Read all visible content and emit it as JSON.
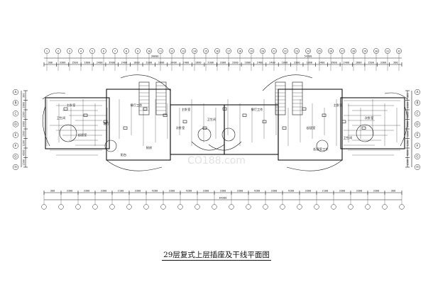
{
  "drawing": {
    "title": "29层复式上层插座及干线平面图",
    "watermark_text": "CO188.com",
    "dims_top": [
      "300",
      "3300",
      "1500",
      "1800",
      "2400",
      "3900",
      "2400",
      "1800",
      "3300",
      "1800",
      "2400",
      "2400",
      "1800",
      "3300",
      "3300",
      "3300",
      "1800",
      "2400",
      "2400",
      "1800",
      "3300",
      "1800",
      "2400",
      "3900",
      "2400",
      "1800",
      "1500",
      "3300",
      "300"
    ],
    "dims_top_total": "84300",
    "dims_top_sub": [
      "30000",
      "54300"
    ],
    "dims_bottom": [
      "300",
      "3300",
      "3300",
      "3300",
      "2100",
      "3300",
      "4200",
      "3300",
      "4200",
      "3300",
      "3300",
      "3300",
      "4200",
      "3300",
      "4200",
      "3300",
      "2100",
      "3300",
      "3300",
      "3300",
      "300"
    ],
    "dims_bottom_total": "84300",
    "dims_left": [
      "300",
      "2800",
      "2200",
      "3000",
      "1500",
      "1200",
      "4500",
      "1500"
    ],
    "dims_right": [
      "300",
      "2800",
      "2200",
      "3000",
      "1500",
      "1200",
      "4500",
      "1500"
    ],
    "axis_top": [
      "1",
      "2",
      "3",
      "4",
      "5",
      "6",
      "7",
      "8",
      "9",
      "10",
      "11",
      "12",
      "13",
      "14",
      "15",
      "16",
      "17",
      "18",
      "19",
      "20",
      "21",
      "22",
      "23",
      "24",
      "25",
      "26",
      "27",
      "28",
      "29",
      "30",
      "31",
      "32"
    ],
    "axis_left": [
      "A",
      "B",
      "C",
      "D",
      "E",
      "F",
      "G",
      "H"
    ],
    "axis_right": [
      "A",
      "B",
      "C",
      "D",
      "E",
      "F",
      "G",
      "H"
    ],
    "rooms": [
      {
        "label": "主卧室"
      },
      {
        "label": "卫生间"
      },
      {
        "label": "起居室"
      },
      {
        "label": "客厅"
      },
      {
        "label": "餐厅工作"
      },
      {
        "label": "厨房"
      },
      {
        "label": "阳台"
      },
      {
        "label": "主卧室"
      },
      {
        "label": "次卧室"
      },
      {
        "label": "卫生间"
      },
      {
        "label": "餐厅工作"
      },
      {
        "label": "起居室"
      },
      {
        "label": "主卧室"
      },
      {
        "label": "次卧室"
      },
      {
        "label": "卫生间"
      },
      {
        "label": "起居室工作"
      }
    ]
  }
}
